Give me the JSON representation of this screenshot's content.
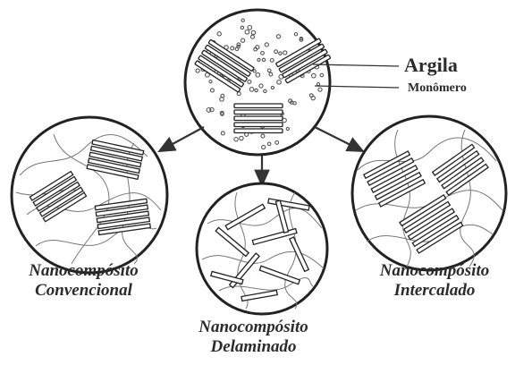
{
  "legend": {
    "clay": "Argila",
    "monomer": "Monômero"
  },
  "captions": {
    "conventional": [
      "Nanocompósito",
      "Convencional"
    ],
    "delaminated": [
      "Nanocompósito",
      "Delaminado"
    ],
    "intercalated": [
      "Nanocompósito",
      "Intercalado"
    ]
  },
  "colors": {
    "ink": "#2b2b2b",
    "fiber": "#6d6d6d",
    "background": "#ffffff"
  }
}
